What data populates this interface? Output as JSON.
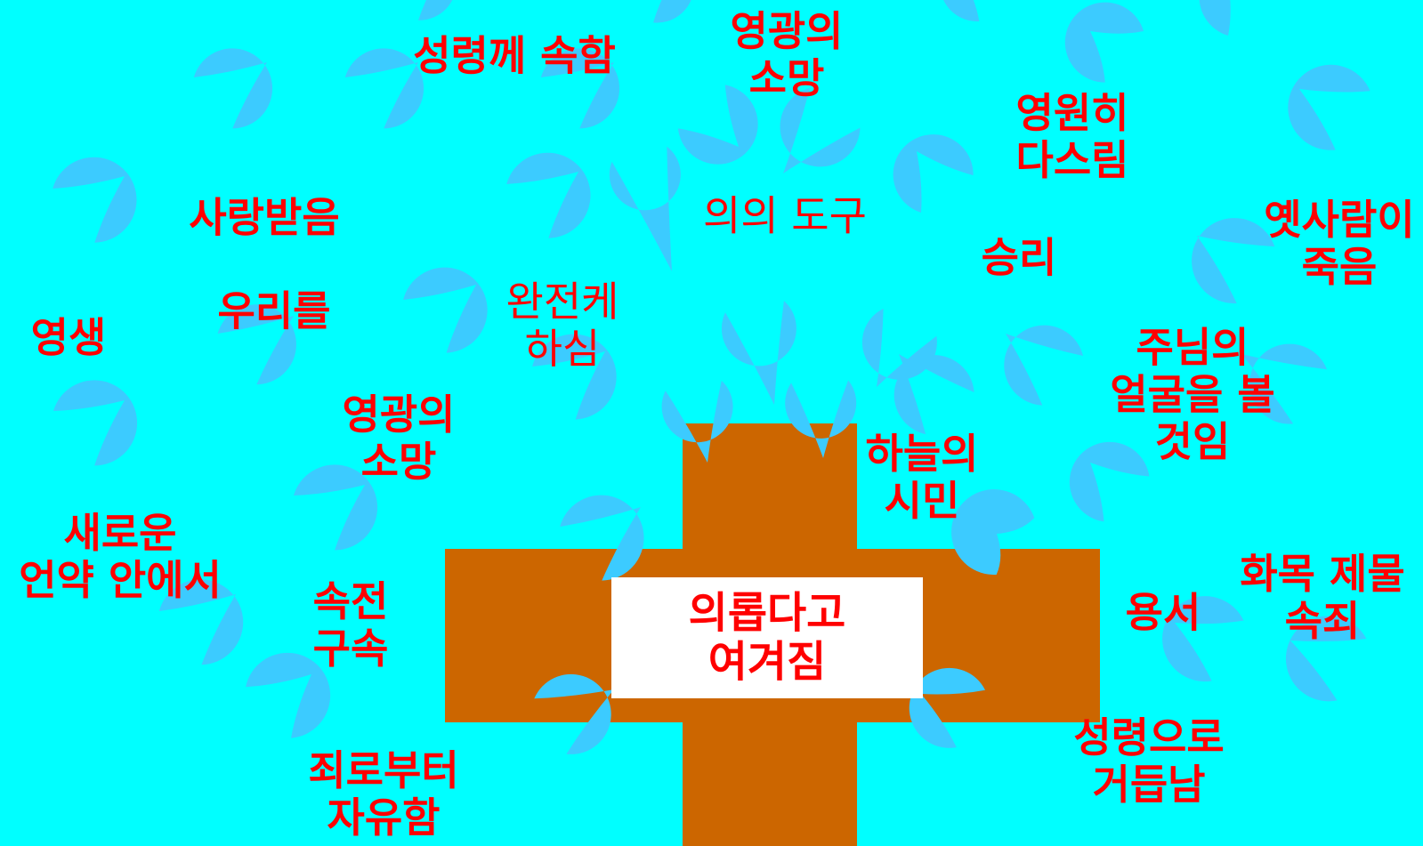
{
  "colors": {
    "background": "#00ffff",
    "drops": "#3ccbff",
    "cross": "#cc6600",
    "text": "#ff0000",
    "box": "#ffffff"
  },
  "center": {
    "text": "의롭다고\n여겨짐"
  },
  "labels": [
    {
      "id": "glory-hope-top",
      "text": "영광의\n소망"
    },
    {
      "id": "belong-spirit",
      "text": "성령께 속함"
    },
    {
      "id": "reign-forever",
      "text": "영원히\n다스림"
    },
    {
      "id": "beloved",
      "text": "사랑받음"
    },
    {
      "id": "instrument-righteousness",
      "text": "의의 도구"
    },
    {
      "id": "old-self-died",
      "text": "옛사람이\n죽음"
    },
    {
      "id": "victory",
      "text": "승리"
    },
    {
      "id": "eternal-life",
      "text": "영생"
    },
    {
      "id": "us",
      "text": "우리를"
    },
    {
      "id": "made-perfect",
      "text": "완전케\n하심"
    },
    {
      "id": "see-face",
      "text": "주님의\n얼굴을 볼\n것임"
    },
    {
      "id": "glory-hope-left",
      "text": "영광의\n소망"
    },
    {
      "id": "heavenly-citizen",
      "text": "하늘의\n시민"
    },
    {
      "id": "new-covenant",
      "text": "새로운\n언약 안에서"
    },
    {
      "id": "atonement-sacrifice",
      "text": "화목 제물\n속죄"
    },
    {
      "id": "redemption",
      "text": "속전\n구속"
    },
    {
      "id": "forgiveness",
      "text": "용서"
    },
    {
      "id": "free-from-sin",
      "text": "죄로부터\n자유함"
    },
    {
      "id": "born-of-spirit",
      "text": "성령으로\n거듭남"
    }
  ]
}
